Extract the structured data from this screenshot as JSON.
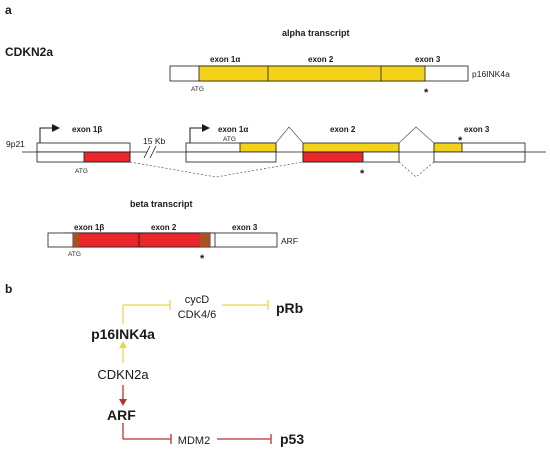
{
  "panel_a": {
    "panel_label": "a",
    "gene_label": "CDKN2a",
    "alpha": {
      "title": "alpha transcript",
      "exon1_label": "exon 1α",
      "exon2_label": "exon 2",
      "exon3_label": "exon 3",
      "atg_label": "ATG",
      "stop_mark": "*",
      "product_label": "p16INK4a"
    },
    "genomic": {
      "locus_label": "9p21",
      "exon1b_label": "exon 1β",
      "gap_label": "15 Kb",
      "exon1a_label": "exon 1α",
      "exon2_label": "exon 2",
      "exon3_label": "exon 3",
      "atg_beta_label": "ATG",
      "atg_alpha_label": "ATG",
      "stop_mark_1": "*",
      "stop_mark_2": "*"
    },
    "beta": {
      "title": "beta transcript",
      "exon1_label": "exon 1β",
      "exon2_label": "exon 2",
      "exon3_label": "exon 3",
      "atg_label": "ATG",
      "stop_mark": "*",
      "product_label": "ARF"
    }
  },
  "panel_b": {
    "panel_label": "b",
    "nodes": {
      "cdkn2a": "CDKN2a",
      "p16": "p16INK4a",
      "arf": "ARF",
      "cycd": "cycD",
      "cdk46": "CDK4/6",
      "prb": "pRb",
      "mdm2": "MDM2",
      "p53": "p53"
    }
  },
  "colors": {
    "alpha_exon": "#f5d21a",
    "beta_exon": "#e8262b",
    "alpha_pathway": "#e8d84a",
    "beta_pathway": "#b8322c"
  }
}
